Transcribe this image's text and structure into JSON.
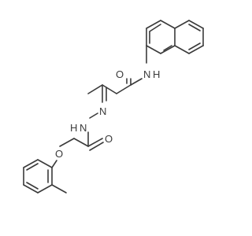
{
  "molecule": {
    "atoms": {
      "amide_n": "N",
      "amide_h": "H",
      "amide_o": "O",
      "hydrazone_n1": "N",
      "hydrazone_n2": "N",
      "hydrazone_h": "H",
      "acyl_o": "O",
      "ether_o": "O"
    }
  },
  "colors": {
    "bond": "#3a3a3a",
    "label": "#3a3a3a",
    "background": "#ffffff"
  }
}
